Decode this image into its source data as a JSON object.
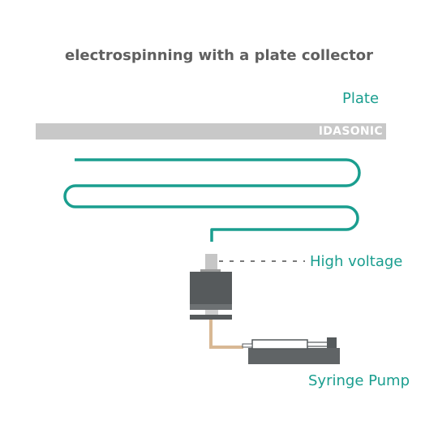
{
  "title": "electrospinning with a plate collector",
  "labels": {
    "plate": "Plate",
    "high_voltage": "High voltage",
    "syringe_pump": "Syringe Pump"
  },
  "plate_brand": "IDASONIC",
  "colors": {
    "fiber": "#1a9e8f",
    "plate": "#c8c8c8",
    "body": "#555a5c",
    "tube": "#d8b894",
    "title": "#5f5f5f"
  }
}
